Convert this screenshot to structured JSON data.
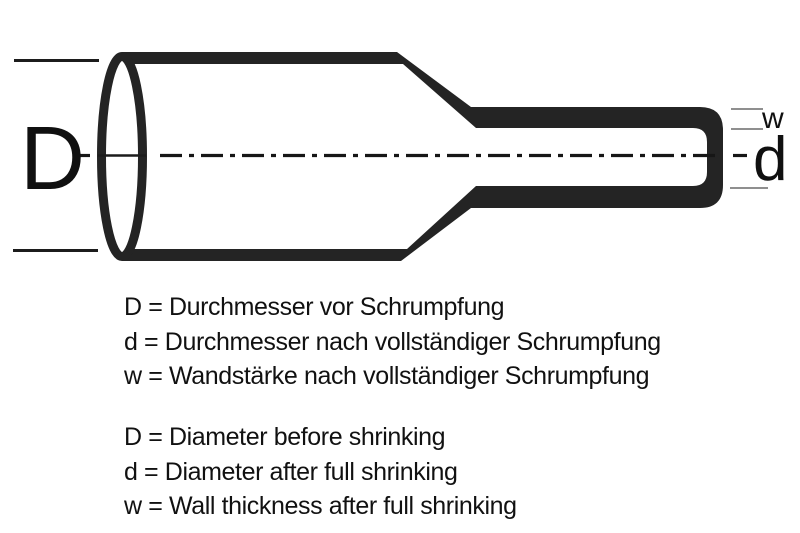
{
  "diagram": {
    "labels": {
      "diameter_before": "D",
      "diameter_after": "d",
      "wall_thickness": "w"
    },
    "colors": {
      "background": "#ffffff",
      "tube_outline": "#242424",
      "centerline": "#161616",
      "dimension_line_dark": "#1c1c1c",
      "dimension_line_gray": "#8f8f8f",
      "text": "#111111"
    }
  },
  "legend_german": {
    "lines": [
      "D = Durchmesser vor Schrumpfung",
      "d = Durchmesser nach vollständiger Schrumpfung",
      "w = Wandstärke nach vollständiger Schrumpfung"
    ]
  },
  "legend_english": {
    "lines": [
      "D = Diameter before shrinking",
      "d = Diameter after full shrinking",
      "w = Wall thickness after full shrinking"
    ]
  }
}
